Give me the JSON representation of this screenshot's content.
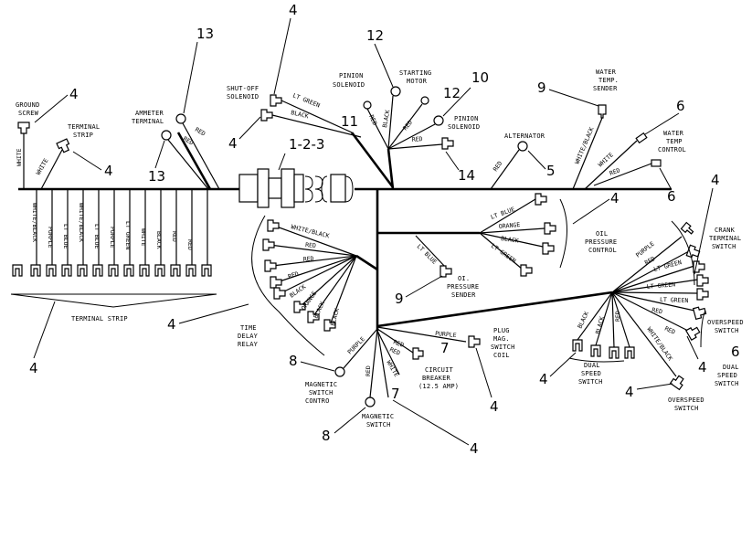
{
  "labels": {
    "ground_screw": "GROUND\nSCREW",
    "terminal_strip_top": "TERMINAL\nSTRIP",
    "ammeter_terminal": "AMMETER\nTERMINAL",
    "shutoff_solenoid": "SHUT-OFF\nSOLENOID",
    "pinion_solenoid_1": "PINION\nSOLENOID",
    "starting_motor": "STARTING\nMOTOR",
    "pinion_solenoid_2": "PINION\nSOLENOID",
    "alternator": "ALTERNATOR",
    "water_temp_sender": "WATER\nTEMP.\nSENDER",
    "water_temp_control": "WATER\nTEMP\nCONTROL",
    "oil_pressure_control": "OIL\nPRESSURE\nCONTROL",
    "oil_pressure_sender": "OIL\nPRESSURE\nSENDER",
    "crank_terminal_switch": "CRANK\nTERMINAL\nSWITCH",
    "overspeed_switch_right": "OVERSPEED\nSWITCH",
    "dual_speed_switch_right": "DUAL\nSPEED\nSWITCH",
    "overspeed_switch_bottom": "OVERSPEED\nSWITCH",
    "dual_speed_switch_bottom": "DUAL\nSPEED\nSWITCH",
    "plug_mag_switch_coil": "PLUG\nMAG.\nSWITCH\nCOIL",
    "circuit_breaker": "CIRCUIT\nBREAKER\n(12.5 AMP)",
    "magnetic_switch_control": "MAGNETIC\nSWITCH\nCONTRO",
    "magnetic_switch": "MAGNETIC\nSWITCH",
    "time_delay_relay": "TIME\nDELAY\nRELAY",
    "terminal_strip_bottom": "TERMINAL STRIP",
    "connector": "1-2-3"
  },
  "wire_colors": {
    "ground": "WHITE",
    "strip_top": "WHITE",
    "ammeter": "RED",
    "ammeter_2": "RED",
    "shutoff_green": "LT GREEN",
    "shutoff_black": "BLACK",
    "pinion1_red": "RED",
    "pinion1_black": "BLACK",
    "starter_red": "RED",
    "pinion2_red": "RED",
    "alternator": "RED",
    "water_sender": "WHITE/BLACK",
    "water_control_white": "WHITE",
    "water_control_red": "RED",
    "oil_ctrl": [
      "LT BLUE",
      "ORANGE",
      "BLACK",
      "LT GREEN"
    ],
    "oil_sender": "LT BLUE",
    "crank": [
      "PURPLE",
      "RED",
      "LT GREEN",
      "LT GREEN",
      "LT GREEN"
    ],
    "overspeed_right": [
      "RED",
      "RED"
    ],
    "right_cluster_lower": [
      "BLACK",
      "BLACK",
      "RED",
      "WHITE/BLACK"
    ],
    "relay": [
      "WHITE/BLACK",
      "RED",
      "RED",
      "RED",
      "BLACK",
      "ORANGE",
      "BLACK",
      "BLACK"
    ],
    "mag_control": "PURPLE",
    "mag_switch": "RED",
    "plug_coil": "PURPLE",
    "breaker_red": "RED",
    "breaker_red2": "RED",
    "breaker_white": "WHITE",
    "strip_wires": [
      "WHITE/BLACK",
      "PURPLE",
      "LT BLUE",
      "WHITE/BLACK",
      "LT BLUE",
      "PURPLE",
      "LT GREEN",
      "WHITE",
      "BLACK",
      "RED",
      "RED"
    ]
  },
  "callouts": {
    "ground_screw": "4",
    "strip_top": "4",
    "ammeter_top": "13",
    "ammeter_bottom": "13",
    "shutoff_top": "4",
    "shutoff_left": "4",
    "connector_11": "11",
    "pinion_12a": "12",
    "starter_12b": "12",
    "starter_10": "10",
    "pinion2_14": "14",
    "alternator_5": "5",
    "water_sender_9": "9",
    "water_control_6a": "6",
    "water_control_6b": "6",
    "oil_ctrl_4": "4",
    "oil_sender_9": "9",
    "crank_4": "4",
    "relay_4": "4",
    "strip_bottom_4": "4",
    "mag_control_8": "8",
    "mag_switch_8": "8",
    "mag_switch_4": "4",
    "breaker_7a": "7",
    "breaker_7b": "7",
    "plug_coil_4": "4",
    "overspeed_6": "6",
    "dual_speed_4a": "4",
    "dual_speed_4b": "4",
    "overspeed_bottom_4": "4"
  }
}
